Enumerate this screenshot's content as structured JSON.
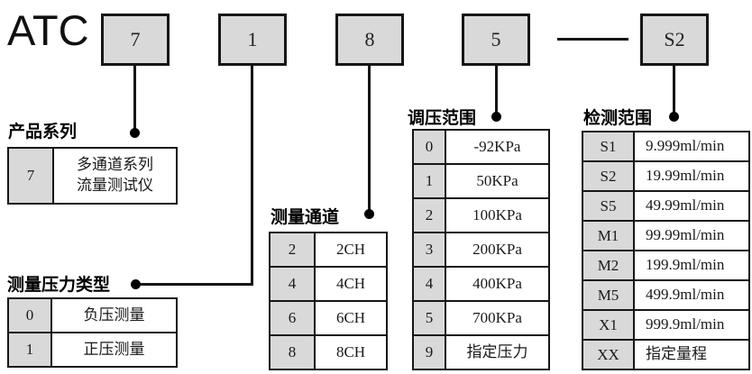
{
  "brand": "ATC",
  "code_boxes": [
    {
      "label": "7"
    },
    {
      "label": "1"
    },
    {
      "label": "8"
    },
    {
      "label": "5"
    },
    {
      "label": "S2"
    }
  ],
  "colors": {
    "box_fill": "#d9d9d9",
    "key_cell_fill": "#d9d9d9",
    "line": "#161616"
  },
  "sections": {
    "product_series": {
      "title": "产品系列",
      "rows": [
        {
          "key": "7",
          "value": "多通道系列\n流量测试仪"
        }
      ]
    },
    "pressure_type": {
      "title": "测量压力类型",
      "rows": [
        {
          "key": "0",
          "value": "负压测量"
        },
        {
          "key": "1",
          "value": "正压测量"
        }
      ]
    },
    "channels": {
      "title": "测量通道",
      "rows": [
        {
          "key": "2",
          "value": "2CH"
        },
        {
          "key": "4",
          "value": "4CH"
        },
        {
          "key": "6",
          "value": "6CH"
        },
        {
          "key": "8",
          "value": "8CH"
        }
      ]
    },
    "regulation_range": {
      "title": "调压范围",
      "rows": [
        {
          "key": "0",
          "value": "-92KPa"
        },
        {
          "key": "1",
          "value": "50KPa"
        },
        {
          "key": "2",
          "value": "100KPa"
        },
        {
          "key": "3",
          "value": "200KPa"
        },
        {
          "key": "4",
          "value": "400KPa"
        },
        {
          "key": "5",
          "value": "700KPa"
        },
        {
          "key": "9",
          "value": "指定压力"
        }
      ]
    },
    "detection_range": {
      "title": "检测范围",
      "rows": [
        {
          "key": "S1",
          "value": "9.999ml/min"
        },
        {
          "key": "S2",
          "value": "19.99ml/min"
        },
        {
          "key": "S5",
          "value": "49.99ml/min"
        },
        {
          "key": "M1",
          "value": "99.99ml/min"
        },
        {
          "key": "M2",
          "value": "199.9ml/min"
        },
        {
          "key": "M5",
          "value": "499.9ml/min"
        },
        {
          "key": "X1",
          "value": "999.9ml/min"
        },
        {
          "key": "XX",
          "value": "指定量程"
        }
      ]
    }
  }
}
